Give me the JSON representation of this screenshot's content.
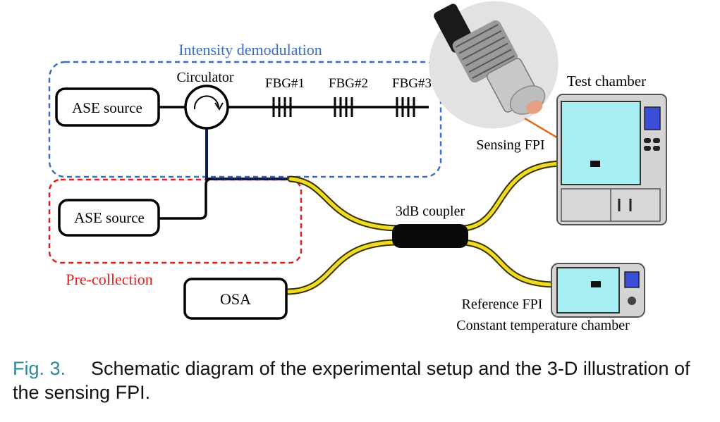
{
  "diagram": {
    "intensity_box_label": "Intensity demodulation",
    "precollection_box_label": "Pre-collection",
    "ase_source_top": "ASE source",
    "ase_source_bottom": "ASE source",
    "circulator_label": "Circulator",
    "fbg_labels": [
      "FBG#1",
      "FBG#2",
      "FBG#3"
    ],
    "coupler_label": "3dB coupler",
    "osa_label": "OSA",
    "test_chamber_label": "Test chamber",
    "sensing_fpi_label": "Sensing FPI",
    "reference_fpi_label": "Reference FPI",
    "constant_chamber_label": "Constant temperature chamber"
  },
  "colors": {
    "intensity_box": "#3a6fc4",
    "precollection_box": "#e02020",
    "fiber": "#f0dc1e",
    "chamber_screen": "#a6eef2",
    "chamber_body": "#d4d4d4",
    "indicator": "#3b4ed8",
    "caption_number": "#2a8a9a"
  },
  "caption": {
    "number": "Fig. 3.",
    "text": "Schematic diagram of the experimental setup and the 3-D illustration of the sensing FPI."
  }
}
